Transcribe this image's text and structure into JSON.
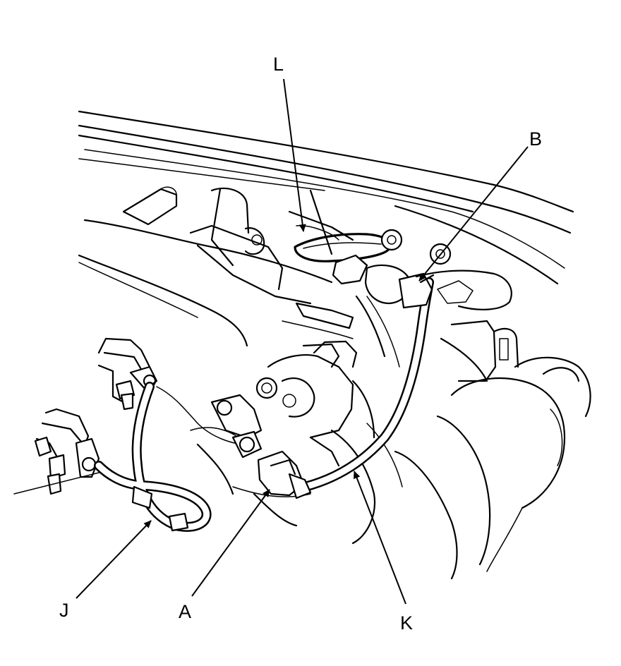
{
  "callouts": [
    {
      "id": "L",
      "text": "L"
    },
    {
      "id": "B",
      "text": "B"
    },
    {
      "id": "J",
      "text": "J"
    },
    {
      "id": "A",
      "text": "A"
    },
    {
      "id": "K",
      "text": "K"
    }
  ]
}
